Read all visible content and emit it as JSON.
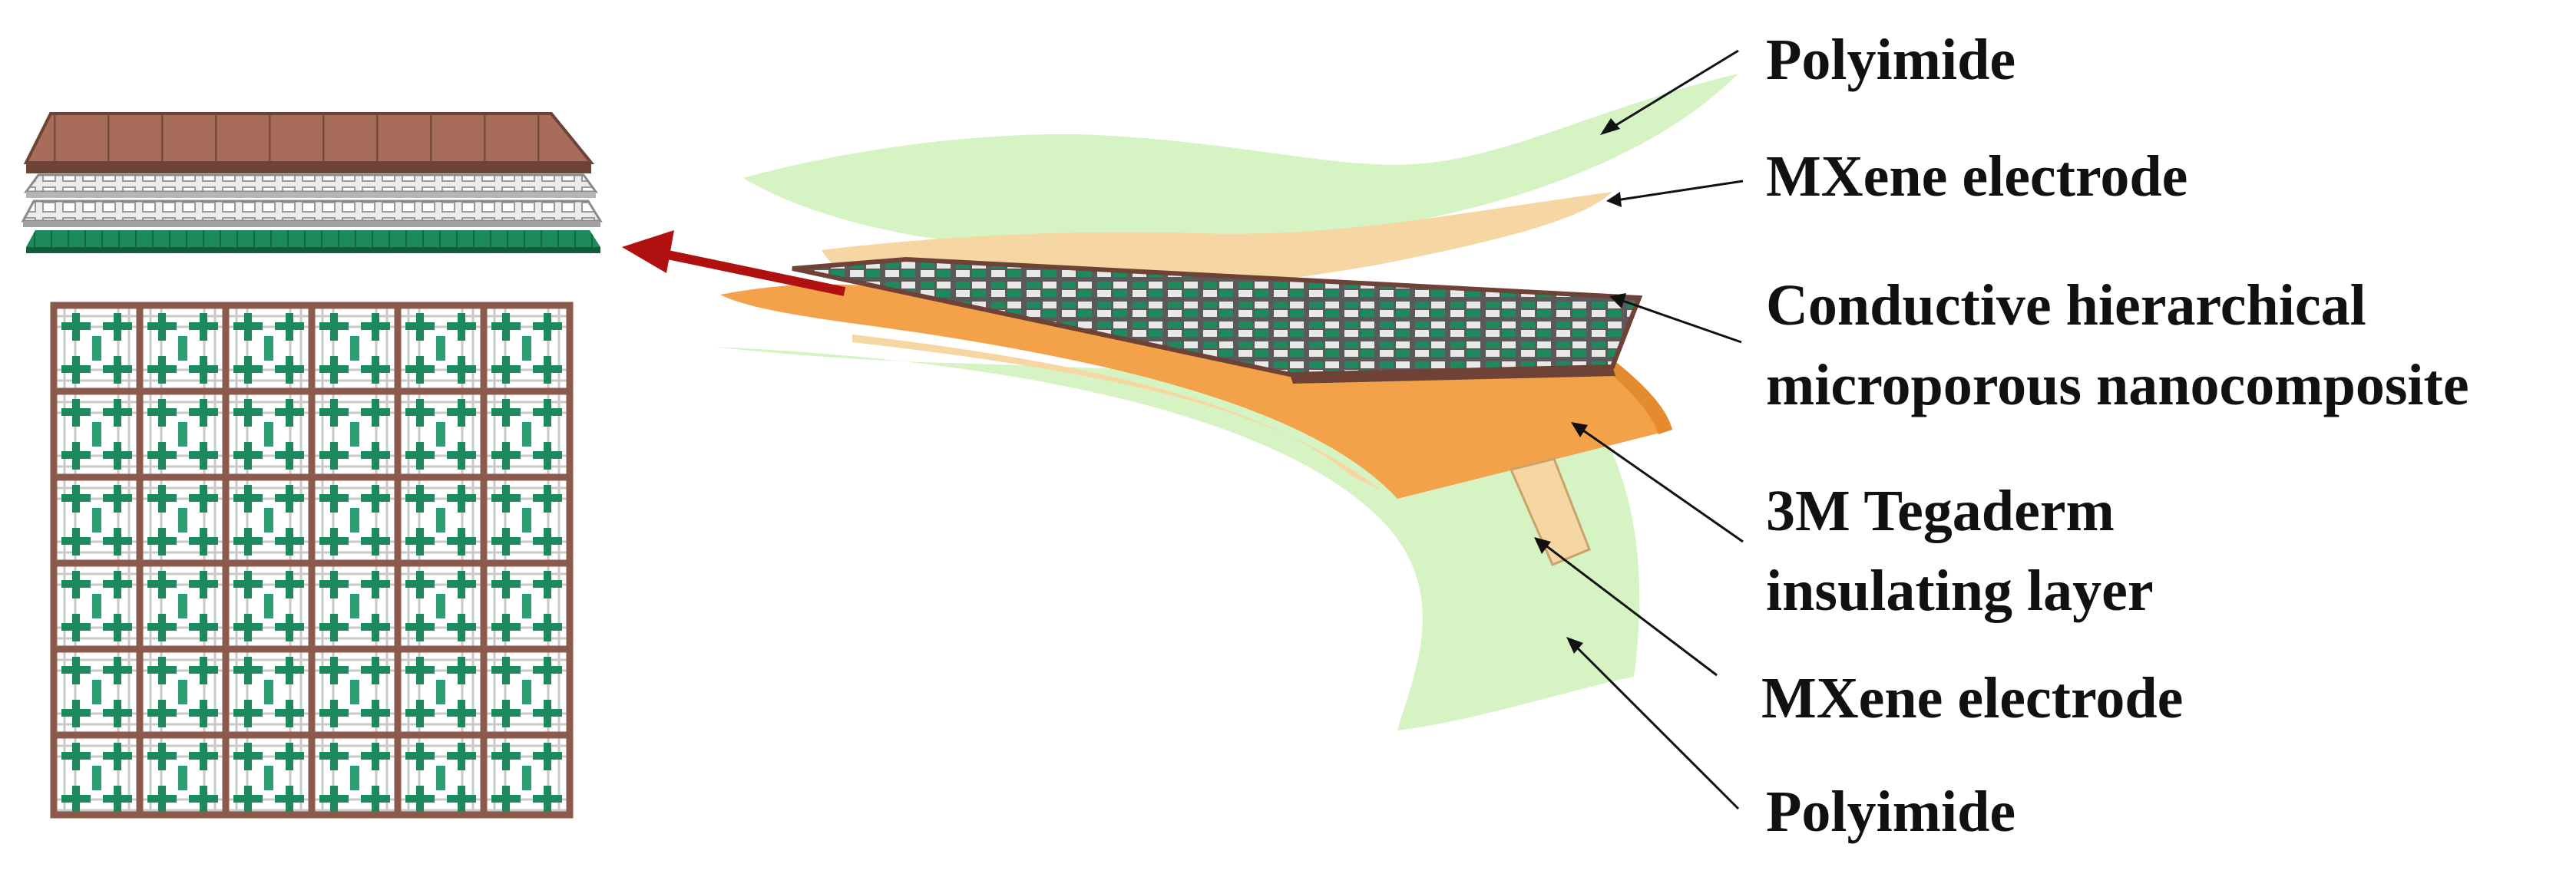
{
  "labels": {
    "polyimide_top": "Polyimide",
    "mxene_top": "MXene electrode",
    "nanocomposite_line1": "Conductive hierarchical",
    "nanocomposite_line2": "microporous nanocomposite",
    "tegaderm_line1": "3M Tegaderm",
    "tegaderm_line2": "insulating layer",
    "mxene_bottom": "MXene electrode",
    "polyimide_bottom": "Polyimide"
  },
  "colors": {
    "polyimide": "#d6f3c3",
    "mxene": "#f6d7a3",
    "tegaderm": "#f4a24a",
    "nanocomposite_frame": "#8b5a4a",
    "nanocomposite_fill": "#1c8a5c",
    "arrow": "#b01010",
    "leader": "#111111"
  }
}
